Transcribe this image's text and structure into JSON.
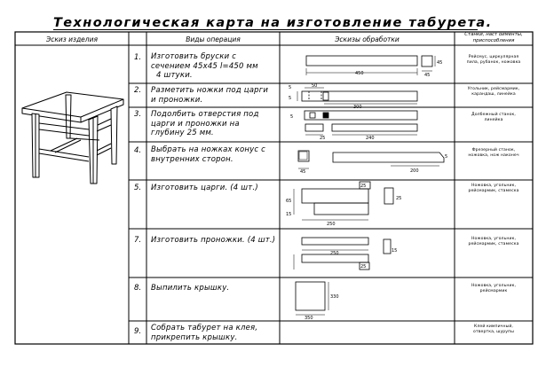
{
  "title": "Технологическая карта на изготовление табурета.",
  "header": {
    "sketch": "Эскиз изделия",
    "operation_types": "Виды операция",
    "processing_sketches": "Эскизы обработки",
    "tools": [
      "Станки, наст ойменты,",
      "приспособления"
    ]
  },
  "operations": [
    {
      "num": "1.",
      "lines": [
        "Изготовить бруски с",
        "сечением 45x45 l=450 мм",
        "4 штуки."
      ],
      "tools": [
        "Рейсмус, циркулярная",
        "пила, рубанок, ножовка"
      ],
      "dims": [
        "450",
        "45",
        "45"
      ]
    },
    {
      "num": "2.",
      "lines": [
        "Разметить ножки под царги",
        "и проножки."
      ],
      "tools": [
        "Угольник, рейсмармик,",
        "карандаш, линейка"
      ],
      "dims": [
        "5",
        "50",
        "300",
        "5"
      ]
    },
    {
      "num": "3.",
      "lines": [
        "Подолбить отверстия под",
        "царги и проножки на",
        "глубину 25 мм."
      ],
      "tools": [
        "Долбежный станок,",
        "линейка"
      ],
      "dims": [
        "5",
        "25",
        "240"
      ]
    },
    {
      "num": "4.",
      "lines": [
        "Выбрать на ножках конус с",
        "внутренних сторон."
      ],
      "tools": [
        "Фрезерный станок,",
        "ножовка, нож наконеч"
      ],
      "dims": [
        "45",
        "200",
        "5"
      ]
    },
    {
      "num": "5.",
      "lines": [
        "Изготовить царги. (4 шт.)"
      ],
      "tools": [
        "Ножовка, угольник,",
        "рейсмармик, стамеска"
      ],
      "dims": [
        "25",
        "25",
        "250",
        "65",
        "15"
      ]
    },
    {
      "num": "7.",
      "lines": [
        "Изготовить проножки. (4 шт.)"
      ],
      "tools": [
        "Ножовка, угольник,",
        "рейсмармик, стамеска"
      ],
      "dims": [
        "250",
        "15",
        "25"
      ]
    },
    {
      "num": "8.",
      "lines": [
        "Выпилить крышку."
      ],
      "tools": [
        "Ножовка, угольник,",
        "рейсмармик"
      ],
      "dims": [
        "350",
        "330"
      ]
    },
    {
      "num": "9.",
      "lines": [
        "Собрать табурет на клея,",
        "прикрепить крышку."
      ],
      "tools": [
        "Клей кимпичный,",
        "отвертка, шурупы"
      ],
      "dims": []
    }
  ]
}
